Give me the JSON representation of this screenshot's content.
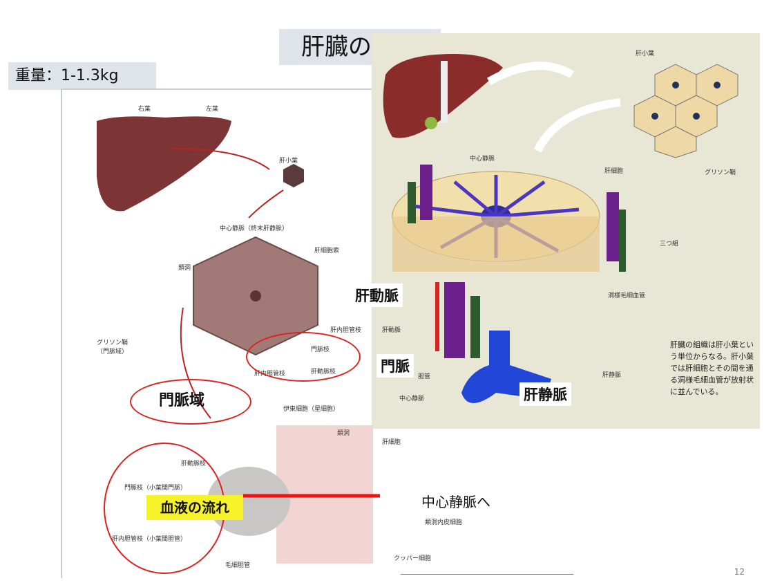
{
  "title": "肝臓の構造",
  "weight": "重量：1-1.3kg",
  "labels": {
    "hepatic_artery": "肝動脈",
    "portal_vein": "門脈",
    "hepatic_vein": "肝静脈",
    "portal_region": "門脈域",
    "blood_flow": "血液の流れ",
    "to_central_vein": "中心静脈へ"
  },
  "left_small": {
    "right_lobe": "右葉",
    "left_lobe": "左葉",
    "lobule": "肝小葉",
    "central_vein": "中心静脈（終末肝静脈）",
    "sinusoid": "類洞",
    "hepatocyte_cord": "肝細胞索",
    "glisson": "グリソン鞘\n（門脈域）",
    "portal_branch": "門脈枝",
    "bile_duct": "肝内胆管枝",
    "artery_branch": "肝動脈枝",
    "bile_duct2": "肝内胆管枝",
    "ito_cell": "伊東細胞（星細胞）",
    "sinusoid2": "類洞",
    "hepatocyte": "肝細胞",
    "hep_artery_branch": "肝動脈枝",
    "portal_branch2": "門脈枝（小葉間門脈）",
    "sinusoid_endo": "類洞内皮細胞",
    "bile_duct3": "肝内胆管枝（小葉間胆管）",
    "kupffer": "クッパー細胞",
    "capillary_bile": "毛細胆管"
  },
  "right_small": {
    "lobule": "肝小葉",
    "central_vein": "中心静脈",
    "hepatocyte": "肝細胞",
    "glisson": "グリソン鞘",
    "triad": "三つ組",
    "sinusoid_cap": "洞様毛細血管",
    "artery": "肝動脈",
    "bile": "胆管",
    "central_vein2": "中心静脈",
    "hepatic_vein": "肝静脈"
  },
  "note": "肝臓の組織は肝小葉という単位からなる。肝小葉では肝細胞とその間を通る洞様毛細血管が放射状に並んでいる。",
  "page_number": "12"
}
